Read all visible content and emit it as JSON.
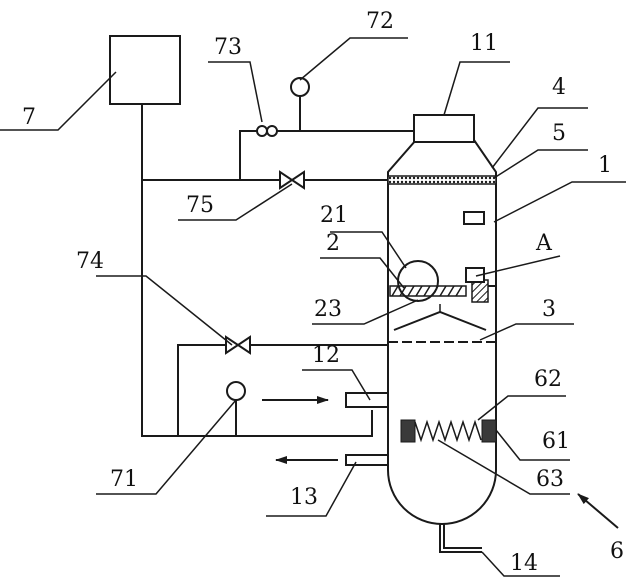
{
  "labels": {
    "l7": "7",
    "l73": "73",
    "l72": "72",
    "l11": "11",
    "l4": "4",
    "l5": "5",
    "l1": "1",
    "l75": "75",
    "l21": "21",
    "l2": "2",
    "lA": "A",
    "l74": "74",
    "l23": "23",
    "l3": "3",
    "l12": "12",
    "l62": "62",
    "l61": "61",
    "l71": "71",
    "l13": "13",
    "l63": "63",
    "l6": "6",
    "l14": "14"
  },
  "colors": {
    "line": "#1a1a1a",
    "background": "#ffffff"
  }
}
